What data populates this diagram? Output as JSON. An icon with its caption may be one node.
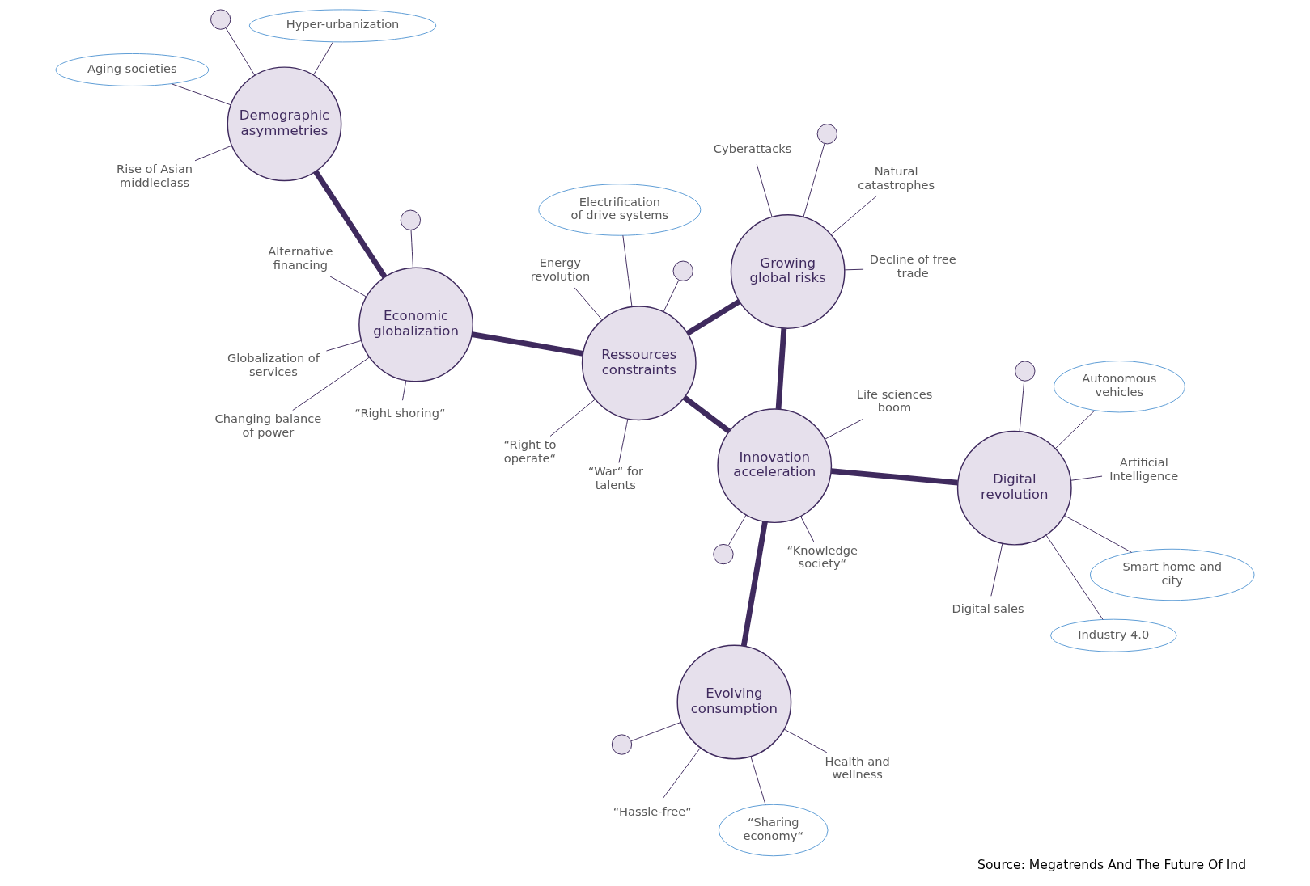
{
  "diagram": {
    "caption": "Source: Megatrends And The Future Of Ind",
    "nodes": [
      {
        "text": [
          "Economic globalization"
        ]
      },
      {
        "text": [
          "Digital revolution"
        ]
      },
      {
        "text": [
          "Evolving consumption"
        ]
      },
      {
        "text": [
          "Demographic asymmetries"
        ]
      },
      {
        "text": [
          "Innovation acceleration"
        ]
      },
      {
        "text": [
          "Ressources constraints"
        ]
      },
      {
        "text": [
          "Growing global risks"
        ]
      },
      {
        "text": [
          "“Right shoring“"
        ]
      },
      {
        "text": [
          "Alternative financing"
        ]
      },
      {
        "text": [
          "Changing balance of power"
        ]
      },
      {
        "text": [
          "Globalization of services"
        ]
      },
      {
        "text": [],
        "shape": "circle"
      },
      {
        "text": [
          "Smart home and city"
        ]
      },
      {
        "text": [
          "Artificial Intelligence"
        ]
      },
      {
        "text": [
          "Autonomous vehicles"
        ]
      },
      {
        "text": [
          "Digital sales"
        ]
      },
      {
        "text": [
          "Industry 4.0"
        ]
      },
      {
        "text": [],
        "shape": "circle"
      },
      {
        "text": [
          "“Hassle-free“"
        ]
      },
      {
        "text": [],
        "shape": "circle"
      },
      {
        "text": [
          "“Sharing economy“"
        ]
      },
      {
        "text": [
          "Health and wellness"
        ]
      },
      {
        "text": [
          "Aging societies"
        ]
      },
      {
        "text": [],
        "shape": "circle"
      },
      {
        "text": [
          "Rise of Asian middleclass"
        ]
      },
      {
        "text": [
          "Hyper-urbanization"
        ]
      },
      {
        "text": [
          "“Knowledge society“"
        ]
      },
      {
        "text": [
          "Life sciences boom"
        ]
      },
      {
        "text": [],
        "shape": "circle"
      },
      {
        "text": [
          "“War“ for talents"
        ]
      },
      {
        "text": [
          "Electrification of drive systems"
        ]
      },
      {
        "text": [],
        "shape": "circle"
      },
      {
        "text": [
          "“Right to operate“"
        ]
      },
      {
        "text": [
          "Energy revolution"
        ]
      },
      {
        "text": [
          "Natural catastrophes"
        ]
      },
      {
        "text": [
          "Decline of free trade"
        ]
      },
      {
        "text": [
          "Cyberattacks"
        ]
      },
      {
        "text": [],
        "shape": "circle"
      }
    ],
    "edges": [
      {
        "from": 0,
        "to": 3,
        "arrow": "none",
        "style": "thick"
      },
      {
        "from": 0,
        "to": 5,
        "arrow": "none",
        "style": "thick"
      },
      {
        "from": 1,
        "to": 4,
        "arrow": "none",
        "style": "thick"
      },
      {
        "from": 2,
        "to": 4,
        "arrow": "none",
        "style": "thick"
      },
      {
        "from": 4,
        "to": 5,
        "arrow": "none",
        "style": "thick"
      },
      {
        "from": 4,
        "to": 6,
        "arrow": "none",
        "style": "thick"
      },
      {
        "from": 5,
        "to": 6,
        "arrow": "none",
        "style": "thick"
      },
      {
        "from": 0,
        "to": 7,
        "arrow": "none"
      },
      {
        "from": 0,
        "to": 8,
        "arrow": "none"
      },
      {
        "from": 0,
        "to": 9,
        "arrow": "none"
      },
      {
        "from": 0,
        "to": 10,
        "arrow": "none"
      },
      {
        "from": 0,
        "to": 11,
        "arrow": "none"
      },
      {
        "from": 1,
        "to": 12,
        "arrow": "none"
      },
      {
        "from": 1,
        "to": 13,
        "arrow": "none"
      },
      {
        "from": 1,
        "to": 14,
        "arrow": "none"
      },
      {
        "from": 1,
        "to": 15,
        "arrow": "none"
      },
      {
        "from": 1,
        "to": 16,
        "arrow": "none"
      },
      {
        "from": 1,
        "to": 17,
        "arrow": "none"
      },
      {
        "from": 2,
        "to": 18,
        "arrow": "none"
      },
      {
        "from": 2,
        "to": 19,
        "arrow": "none"
      },
      {
        "from": 2,
        "to": 20,
        "arrow": "none"
      },
      {
        "from": 2,
        "to": 21,
        "arrow": "none"
      },
      {
        "from": 3,
        "to": 22,
        "arrow": "none"
      },
      {
        "from": 3,
        "to": 23,
        "arrow": "none"
      },
      {
        "from": 3,
        "to": 24,
        "arrow": "none"
      },
      {
        "from": 3,
        "to": 25,
        "arrow": "none"
      },
      {
        "from": 4,
        "to": 26,
        "arrow": "none"
      },
      {
        "from": 4,
        "to": 27,
        "arrow": "none"
      },
      {
        "from": 4,
        "to": 28,
        "arrow": "none"
      },
      {
        "from": 5,
        "to": 29,
        "arrow": "none"
      },
      {
        "from": 5,
        "to": 30,
        "arrow": "none"
      },
      {
        "from": 5,
        "to": 31,
        "arrow": "none"
      },
      {
        "from": 5,
        "to": 32,
        "arrow": "none"
      },
      {
        "from": 5,
        "to": 33,
        "arrow": "none"
      },
      {
        "from": 6,
        "to": 34,
        "arrow": "none"
      },
      {
        "from": 6,
        "to": 35,
        "arrow": "none"
      },
      {
        "from": 6,
        "to": 36,
        "arrow": "none"
      },
      {
        "from": 6,
        "to": 37,
        "arrow": "none"
      }
    ]
  }
}
